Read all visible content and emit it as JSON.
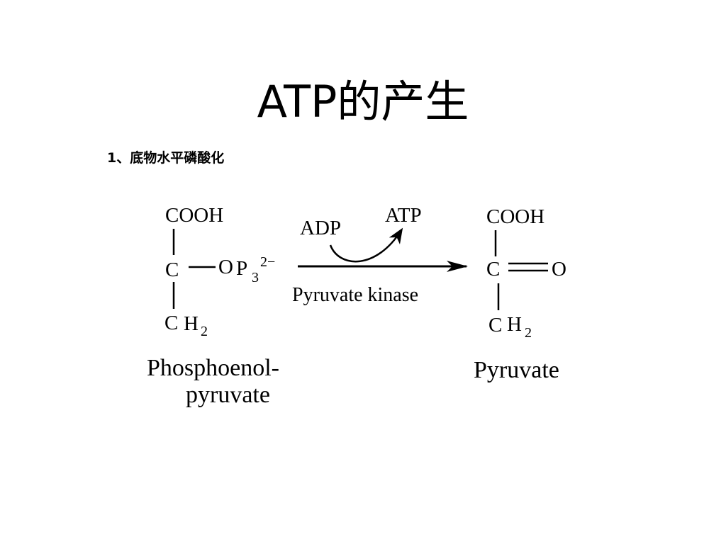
{
  "slide": {
    "title": "ATP的产生",
    "subtitle": "1、底物水平磷酸化"
  },
  "reaction": {
    "cofactor_in": "ADP",
    "cofactor_out": "ATP",
    "enzyme": "Pyruvate kinase",
    "substrate": {
      "top_group": "COOH",
      "center_atom": "C",
      "side_o": "O",
      "side_p": "P",
      "p_subscript": "3",
      "charge": "2−",
      "bottom_c": "C",
      "bottom_h": "H",
      "bottom_subscript": "2",
      "name_line1": "Phosphoenol-",
      "name_line2": "pyruvate"
    },
    "product": {
      "top_group": "COOH",
      "center_atom": "C",
      "double_bond_o": "O",
      "bottom_c": "C",
      "bottom_h": "H",
      "bottom_subscript": "2",
      "name": "Pyruvate"
    }
  }
}
